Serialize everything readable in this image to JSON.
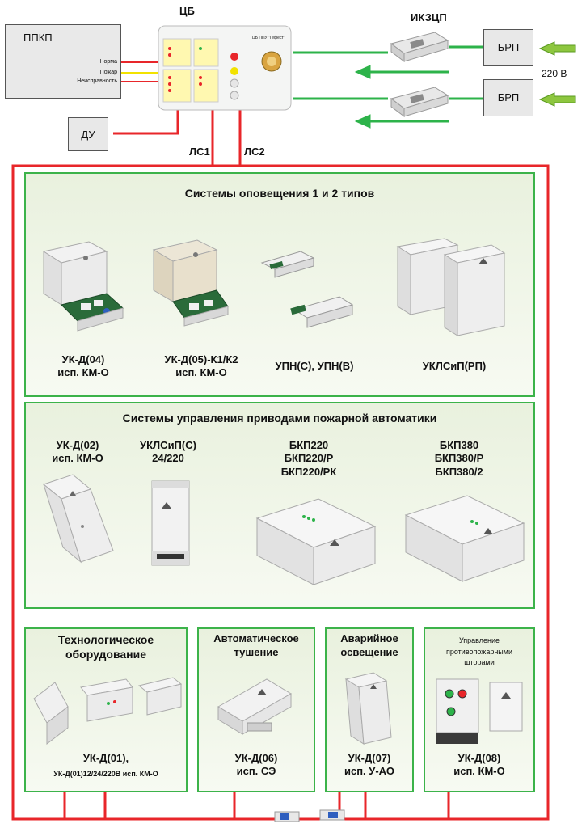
{
  "top": {
    "ppkp": "ППКП",
    "ppkp_signals": [
      "Норма",
      "Пожар",
      "Неисправность"
    ],
    "cb_label": "ЦБ",
    "cb_device_title": "ЦБ ППУ \"Гефест\"",
    "ikzcp_label": "ИКЗЦП",
    "brp_label": "БРП",
    "voltage": "220 В",
    "du": "ДУ",
    "ls1": "ЛС1",
    "ls2": "ЛС2"
  },
  "panel1": {
    "title": "Системы оповещения 1 и 2 типов",
    "devices": [
      {
        "line1": "УК-Д(04)",
        "line2": "исп. КМ-О"
      },
      {
        "line1": "УК-Д(05)-К1/К2",
        "line2": "исп. КМ-О"
      },
      {
        "line1": "УПН(С), УПН(В)",
        "line2": ""
      },
      {
        "line1": "УКЛСиП(РП)",
        "line2": ""
      }
    ]
  },
  "panel2": {
    "title": "Системы управления приводами пожарной автоматики",
    "devices": [
      {
        "line1": "УК-Д(02)",
        "line2": "исп. КМ-О",
        "line3": ""
      },
      {
        "line1": "УКЛСиП(С)",
        "line2": "24/220",
        "line3": ""
      },
      {
        "line1": "БКП220",
        "line2": "БКП220/Р",
        "line3": "БКП220/РК"
      },
      {
        "line1": "БКП380",
        "line2": "БКП380/Р",
        "line3": "БКП380/2"
      }
    ]
  },
  "bottom": [
    {
      "title1": "Технологическое",
      "title2": "оборудование",
      "line1": "УК-Д(01),",
      "line2": "УК-Д(01)12/24/220В исп. КМ-О"
    },
    {
      "title1": "Автоматическое",
      "title2": "тушение",
      "line1": "УК-Д(06)",
      "line2": "исп. СЭ"
    },
    {
      "title1": "Аварийное",
      "title2": "освещение",
      "line1": "УК-Д(07)",
      "line2": "исп. У-АО"
    },
    {
      "title1": "Управление",
      "title2": "противопожарными",
      "title3": "шторами",
      "line1": "УК-Д(08)",
      "line2": "исп. КМ-О"
    }
  ],
  "colors": {
    "line_red": "#e8262a",
    "arrow_green": "#2db34a",
    "panel_border": "#3cb34a",
    "signal_yellow": "#f2e200",
    "brp_arrow": "#8dc63f"
  }
}
